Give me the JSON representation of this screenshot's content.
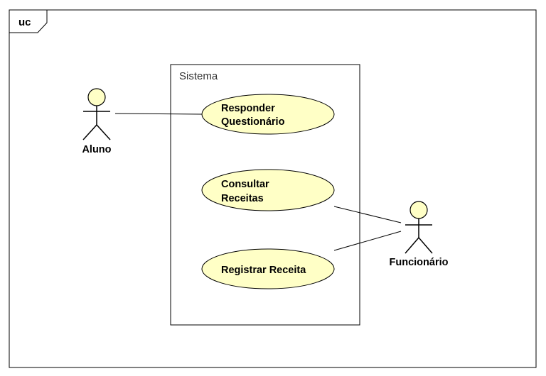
{
  "diagram": {
    "frame_label": "uc",
    "system": {
      "label": "Sistema"
    },
    "use_cases": [
      {
        "id": "responder",
        "lines": [
          "Responder",
          "Questionário"
        ]
      },
      {
        "id": "consultar",
        "lines": [
          "Consultar",
          "Receitas"
        ]
      },
      {
        "id": "registrar",
        "lines": [
          "Registrar Receita"
        ]
      }
    ],
    "actors": [
      {
        "id": "aluno",
        "label": "Aluno"
      },
      {
        "id": "funcionario",
        "label": "Funcionário"
      }
    ],
    "associations": [
      {
        "from": "aluno",
        "to": "responder"
      },
      {
        "from": "funcionario",
        "to": "consultar"
      },
      {
        "from": "funcionario",
        "to": "registrar"
      }
    ],
    "colors": {
      "use_case_fill": "#FFFFC6",
      "actor_head_fill": "#FFFFC6",
      "stroke": "#000000"
    }
  }
}
